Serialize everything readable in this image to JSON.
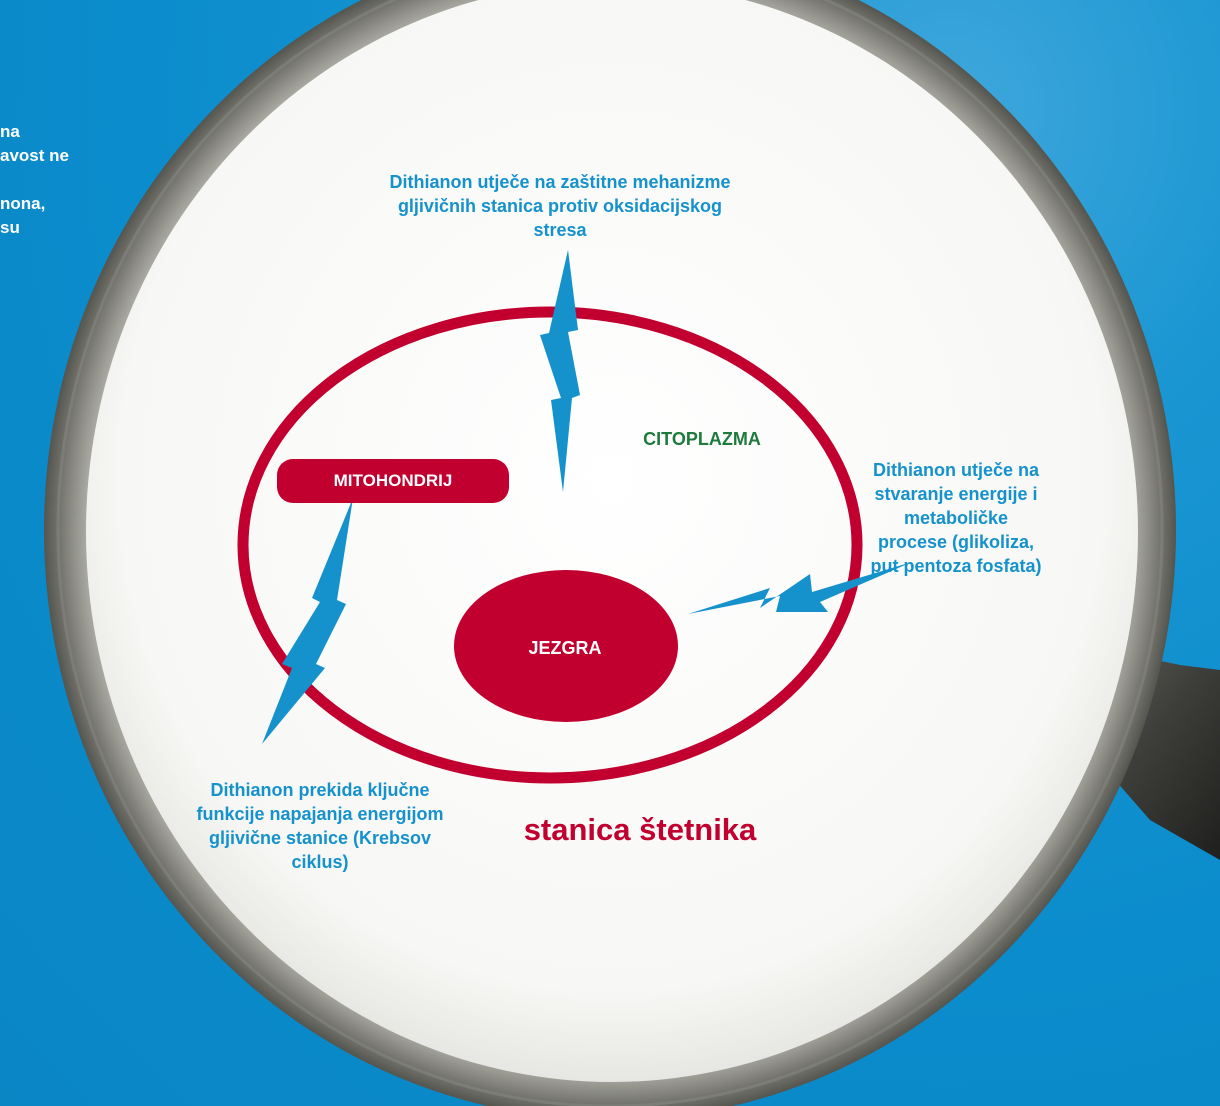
{
  "side_text": "na\navost ne\n\nnona,\nsu",
  "annotations": {
    "top": "Dithianon utječe na zaštitne mehanizme gljivičnih stanica protiv oksidacijskog stresa",
    "right": "Dithianon utječe na stvaranje energije i metaboličke procese (glikoliza, put pentoza fosfata)",
    "bottom": "Dithianon prekida ključne funkcije napajanja energijom gljivične stanice (Krebsov ciklus)"
  },
  "cell": {
    "cytoplasm_label": "CITOPLAZMA",
    "mitochondrion_label": "MITOHONDRIJ",
    "nucleus_label": "JEZGRA",
    "caption": "stanica štetnika"
  },
  "colors": {
    "background": "#0c8fce",
    "accent_red": "#c1002f",
    "annotation_blue": "#1592cc",
    "cytoplasm_green": "#1f7a3d",
    "lens_white": "#ffffff"
  },
  "icons": [
    "magnifying-glass-icon",
    "lightning-bolt-icon"
  ]
}
